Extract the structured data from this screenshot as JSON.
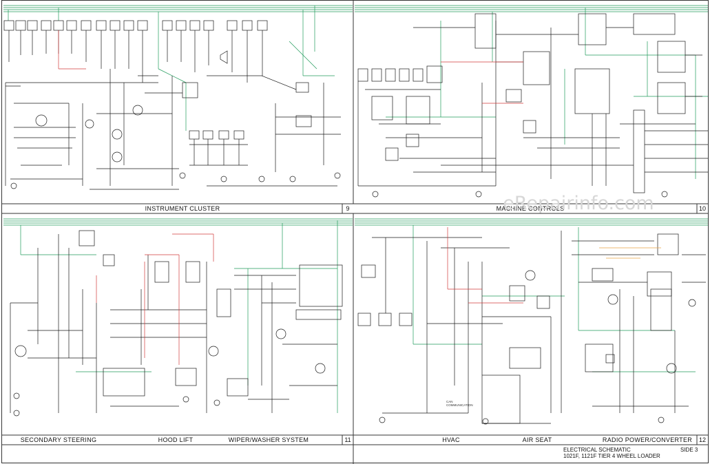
{
  "panels": [
    {
      "id": "instrument-cluster",
      "labels": [
        "INSTRUMENT CLUSTER"
      ],
      "page": "9"
    },
    {
      "id": "machine-controls",
      "labels": [
        "MACHINE CONTROLS"
      ],
      "page": "10"
    },
    {
      "id": "bottom-left",
      "labels": [
        "SECONDARY STEERING",
        "HOOD LIFT",
        "WIPER/WASHER SYSTEM"
      ],
      "page": "11"
    },
    {
      "id": "bottom-right",
      "labels": [
        "HVAC",
        "AIR SEAT",
        "RADIO POWER/CONVERTER"
      ],
      "page": "12"
    }
  ],
  "title_block": {
    "title": "ELECTRICAL SCHEMATIC",
    "side": "SIDE 3",
    "model": "1021F, 1121F TIER 4 WHEEL LOADER"
  },
  "annotations": {
    "can_communication": "CAN\nCOMMUNICATION"
  },
  "watermark": "eRepairinfo.com",
  "colors": {
    "wire_black": "#1a1a1a",
    "wire_green": "#1f9a5a",
    "wire_red": "#d23a3a",
    "wire_orange": "#e8a040",
    "border": "#333333"
  }
}
